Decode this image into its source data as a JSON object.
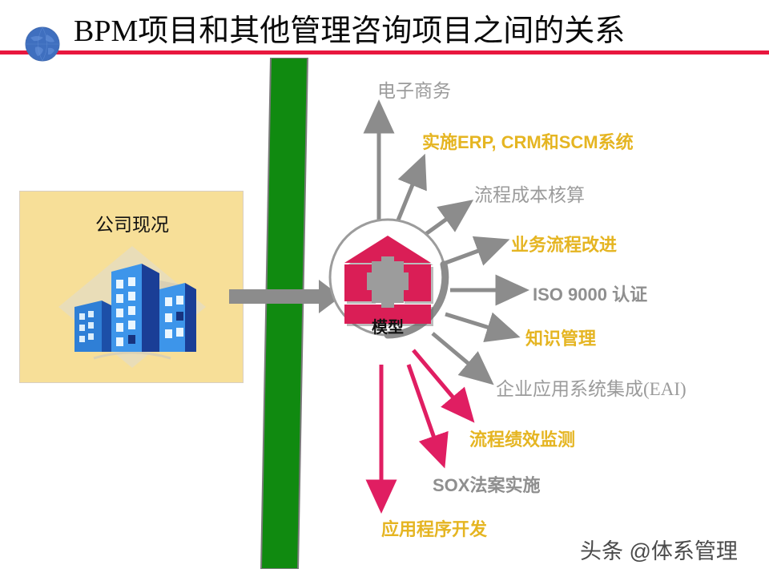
{
  "header": {
    "title": "BPM项目和其他管理咨询项目之间的关系",
    "globe_icon": "globe-icon",
    "rule_color": "#E8173E"
  },
  "left_panel": {
    "label": "公司现况",
    "icon": "office-buildings-icon",
    "background_color": "#F7DF98"
  },
  "green_panel": {
    "name": "bpm-barrier-panel",
    "color": "#108A10"
  },
  "inflow_arrow": {
    "name": "inflow-arrow",
    "color": "#8C8C8C"
  },
  "center": {
    "label": "模型",
    "icon": "temple-model-icon",
    "ring_color": "#8C8C8C",
    "icon_color": "#DA1E56",
    "icon_inner_color": "#9C9C9C"
  },
  "spokes": [
    {
      "id": "ecommerce",
      "label": "电子商务",
      "color": "#9b9b9b",
      "style": "gray-serif",
      "arrow_color": "#8C8C8C"
    },
    {
      "id": "erp",
      "label": "实施ERP, CRM和SCM系统",
      "color": "#E5B522",
      "style": "gold",
      "arrow_color": "#8C8C8C"
    },
    {
      "id": "costing",
      "label": "流程成本核算",
      "color": "#9b9b9b",
      "style": "gray-serif",
      "arrow_color": "#8C8C8C"
    },
    {
      "id": "bpi",
      "label": "业务流程改进",
      "color": "#E5B522",
      "style": "gold",
      "arrow_color": "#8C8C8C"
    },
    {
      "id": "iso",
      "label": "ISO 9000 认证",
      "color": "#8f8f8f",
      "style": "gray-bold",
      "arrow_color": "#8C8C8C"
    },
    {
      "id": "km",
      "label": "知识管理",
      "color": "#E5B522",
      "style": "gold",
      "arrow_color": "#8C8C8C"
    },
    {
      "id": "eai",
      "label": "企业应用系统集成(EAI)",
      "color": "#9b9b9b",
      "style": "gray-serif",
      "arrow_color": "#8C8C8C"
    },
    {
      "id": "perf",
      "label": "流程绩效监测",
      "color": "#E5B522",
      "style": "gold",
      "arrow_color": "#E01E62"
    },
    {
      "id": "sox",
      "label": "SOX法案实施",
      "color": "#8f8f8f",
      "style": "gray-bold",
      "arrow_color": "#E01E62"
    },
    {
      "id": "appdev",
      "label": "应用程序开发",
      "color": "#E5B522",
      "style": "gold",
      "arrow_color": "#E01E62"
    }
  ],
  "watermark": {
    "text": "头条 @体系管理"
  }
}
